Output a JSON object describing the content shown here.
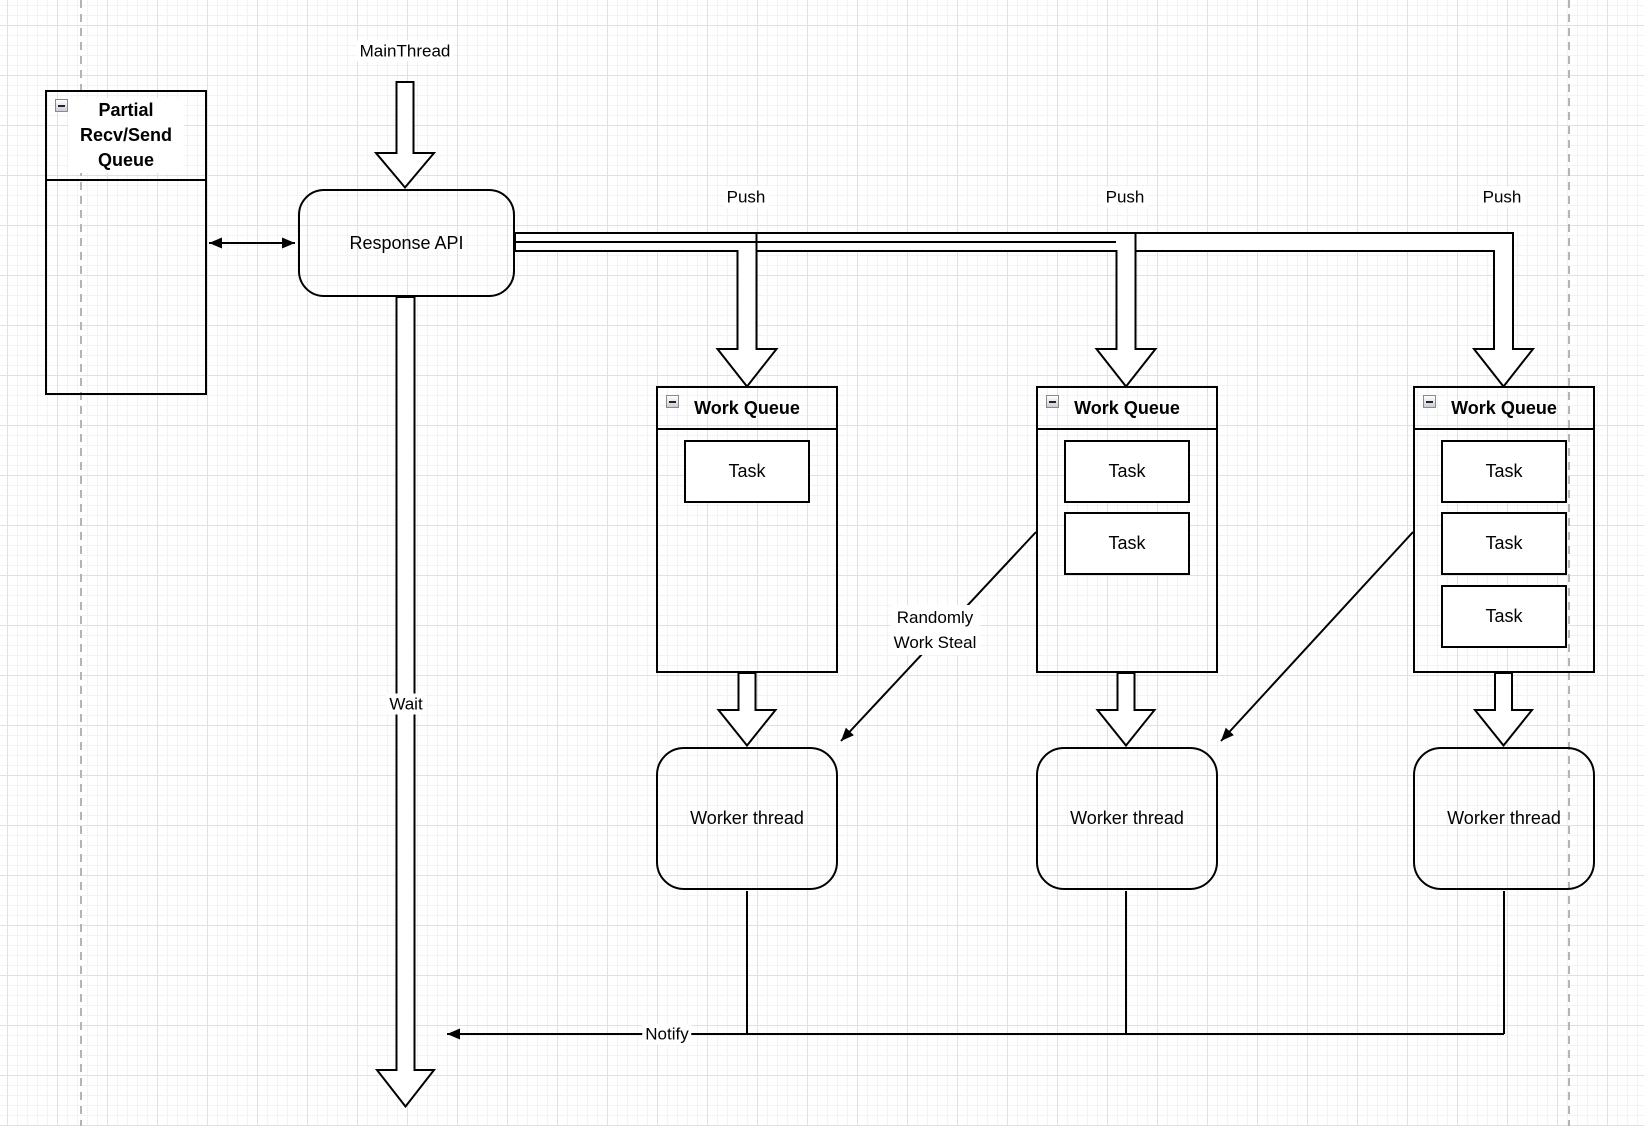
{
  "labels": {
    "main_thread": "MainThread",
    "push_1": "Push",
    "push_2": "Push",
    "push_3": "Push",
    "wait": "Wait",
    "notify": "Notify",
    "work_steal": {
      "line1": "Randomly",
      "line2": "Work Steal"
    }
  },
  "partial_queue": {
    "title": "Partial Recv/Send Queue"
  },
  "response_api": {
    "label": "Response API"
  },
  "work_queues": [
    {
      "title": "Work Queue",
      "tasks": [
        "Task"
      ]
    },
    {
      "title": "Work Queue",
      "tasks": [
        "Task",
        "Task"
      ]
    },
    {
      "title": "Work Queue",
      "tasks": [
        "Task",
        "Task",
        "Task"
      ]
    }
  ],
  "worker_threads": [
    {
      "label": "Worker thread"
    },
    {
      "label": "Worker thread"
    },
    {
      "label": "Worker thread"
    }
  ],
  "colors": {
    "stroke": "#000000",
    "shape_fill": "#ffffff",
    "grid_minor": "#f5f2f2",
    "grid_major": "#e3e0e0",
    "page_guide": "#b4b4b4",
    "label_background": "#ffffff"
  }
}
